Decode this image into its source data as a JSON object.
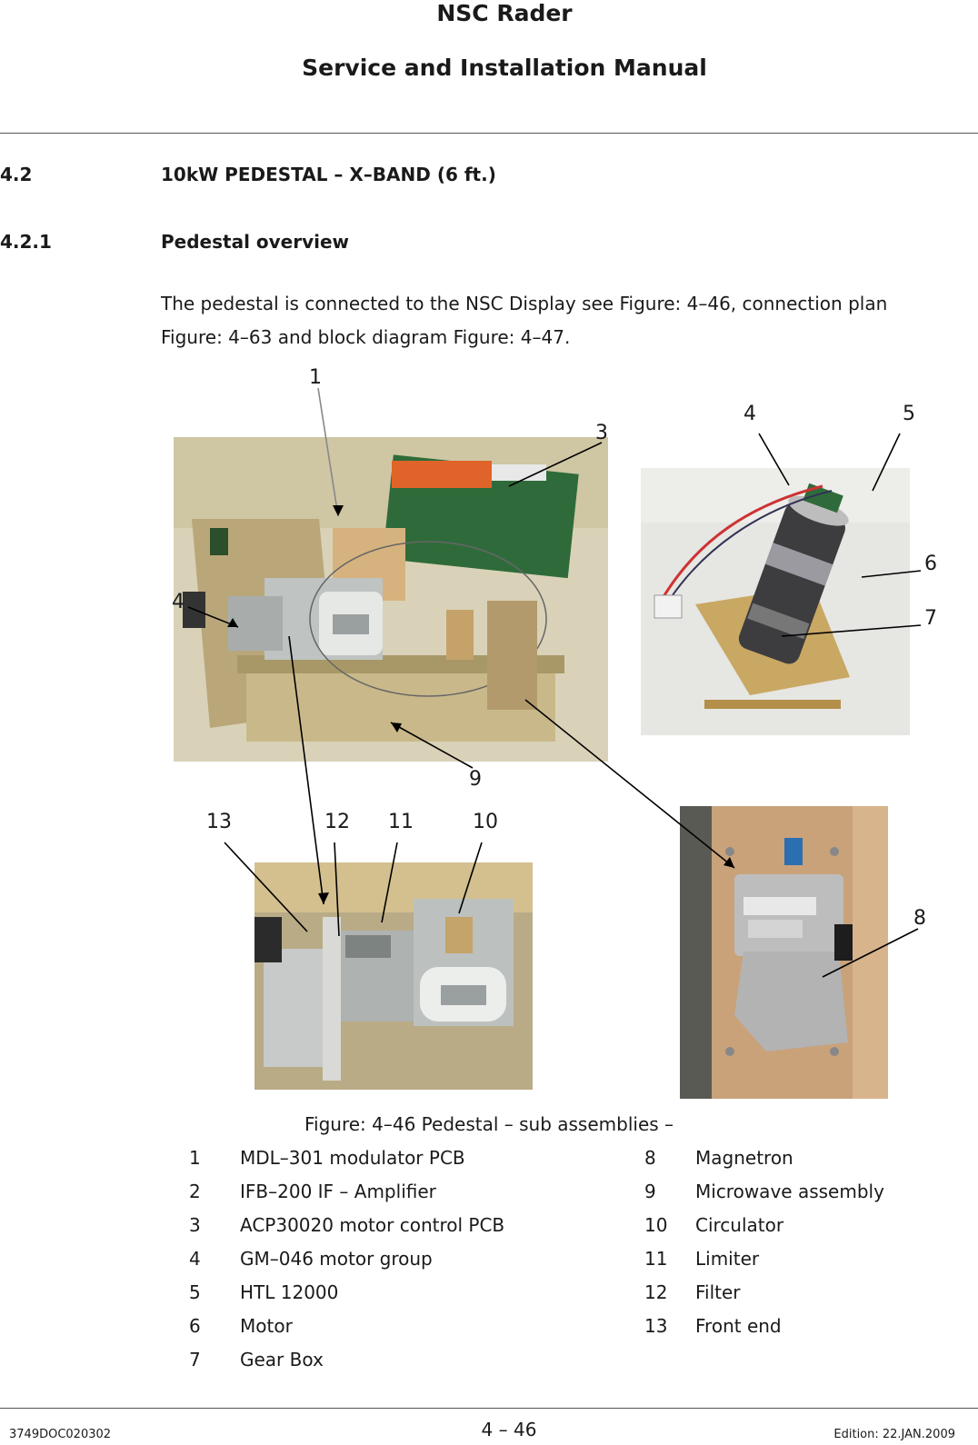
{
  "header": {
    "title": "NSC Rader",
    "subtitle": "Service and Installation Manual"
  },
  "section": {
    "number": "4.2",
    "title": "10kW PEDESTAL – X–BAND (6 ft.)"
  },
  "subsection": {
    "number": "4.2.1",
    "title": "Pedestal overview"
  },
  "body": {
    "line1": "The pedestal is connected to the NSC Display see Figure: 4–46, connection plan",
    "line2": "Figure: 4–63 and block diagram Figure: 4–47."
  },
  "callouts": [
    "1",
    "3",
    "4",
    "5",
    "4",
    "6",
    "7",
    "9",
    "13",
    "12",
    "11",
    "10",
    "8"
  ],
  "figure": {
    "caption": "Figure: 4–46    Pedestal – sub assemblies –"
  },
  "legend": [
    {
      "num": "1",
      "text": "MDL–301 modulator PCB"
    },
    {
      "num": "2",
      "text": "IFB–200 IF – Amplifier"
    },
    {
      "num": "3",
      "text": "ACP30020 motor control PCB"
    },
    {
      "num": "4",
      "text": "GM–046 motor group"
    },
    {
      "num": "5",
      "text": "HTL 12000"
    },
    {
      "num": "6",
      "text": "Motor"
    },
    {
      "num": "7",
      "text": "Gear Box"
    },
    {
      "num": "8",
      "text": "Magnetron"
    },
    {
      "num": "9",
      "text": "Microwave assembly"
    },
    {
      "num": "10",
      "text": "Circulator"
    },
    {
      "num": "11",
      "text": "Limiter"
    },
    {
      "num": "12",
      "text": "Filter"
    },
    {
      "num": "13",
      "text": "Front end"
    }
  ],
  "footer": {
    "doc_id": "3749DOC020302",
    "page": "4 – 46",
    "edition": "Edition: 22.JAN.2009"
  },
  "colors": {
    "photo_bg_main": "#d6c79a",
    "pcb_green": "#2f6b3a",
    "connector_orange": "#e0642a",
    "waveguide_silver": "#bfc3c2",
    "cabinet_copper": "#c9a27a"
  }
}
